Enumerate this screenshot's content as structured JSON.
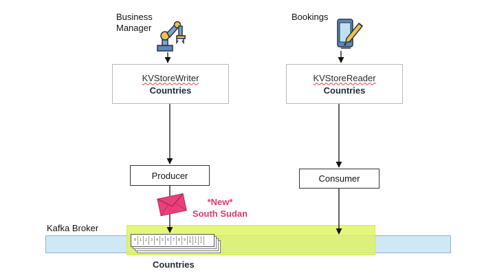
{
  "left_actor": {
    "label_line1": "Business",
    "label_line2": "Manager",
    "icon": "robot-arm-icon"
  },
  "right_actor": {
    "label": "Bookings",
    "icon": "tablet-pen-icon"
  },
  "writer_box": {
    "title": "KVStoreWriter",
    "subtitle": "Countries"
  },
  "reader_box": {
    "title": "KVStoreReader",
    "subtitle": "Countries"
  },
  "producer_box": {
    "label": "Producer"
  },
  "consumer_box": {
    "label": "Consumer"
  },
  "message": {
    "line1": "*New*",
    "line2": "South Sudan",
    "icon": "envelope-icon",
    "color": "#e03a6b"
  },
  "broker": {
    "label": "Kafka Broker",
    "band_color": "#cfe8f5",
    "highlight_color": "#e6f57a"
  },
  "topic": {
    "label": "Countries",
    "cell_labels": [
      "0",
      "1",
      "2",
      "3",
      "4",
      "5",
      "6",
      "7",
      "8",
      "9",
      "1 0",
      "1 1",
      "1 2"
    ]
  }
}
